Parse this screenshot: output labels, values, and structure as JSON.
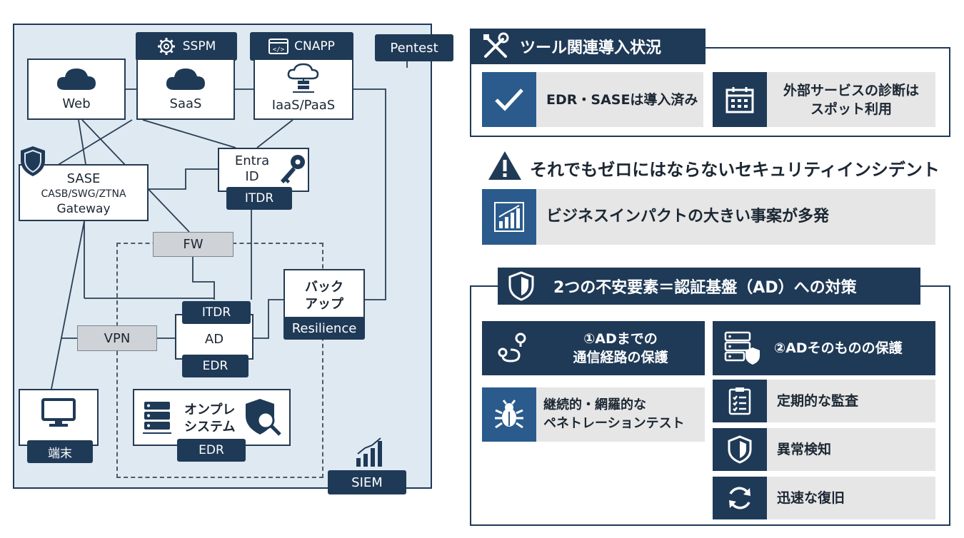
{
  "diagram": {
    "tags": {
      "sspm": "SSPM",
      "cnapp": "CNAPP",
      "pentest": "Pentest",
      "itdr_entra": "ITDR",
      "itdr_ad": "ITDR",
      "edr_ad": "EDR",
      "edr_onprem": "EDR",
      "resilience": "Resilience",
      "siem": "SIEM",
      "terminal": "端末"
    },
    "nodes": {
      "web": "Web",
      "saas": "SaaS",
      "iaas": "IaaS/PaaS",
      "entra_line1": "Entra",
      "entra_line2": "ID",
      "sase_line1": "SASE",
      "sase_line2": "CASB/SWG/ZTNA",
      "sase_line3": "Gateway",
      "fw": "FW",
      "vpn": "VPN",
      "ad": "AD",
      "backup_line1": "バック",
      "backup_line2": "アップ",
      "onprem_line1": "オンプレ",
      "onprem_line2": "システム"
    }
  },
  "panel1": {
    "title": "ツール関連導入状況",
    "card1": "EDR・SASEは導入済み",
    "card2_line1": "外部サービスの診断は",
    "card2_line2": "スポット利用"
  },
  "middle": {
    "warning": "それでもゼロにはならないセキュリティインシデント",
    "impact": "ビジネスインパクトの大きい事案が多発"
  },
  "panel2": {
    "title": "2つの不安要素＝認証基盤（AD）への対策",
    "col1_header_line1": "①ADまでの",
    "col1_header_line2": "通信経路の保護",
    "col1_item_line1": "継続的・網羅的な",
    "col1_item_line2": "ペネトレーションテスト",
    "col2_header": "②ADそのものの保護",
    "col2_items": [
      "定期的な監査",
      "異常検知",
      "迅速な復旧"
    ]
  },
  "colors": {
    "navy": "#1f3a57",
    "blue": "#2a5b8c",
    "light_bg": "#dfe9f2",
    "card_gray": "#e6e6e6"
  }
}
